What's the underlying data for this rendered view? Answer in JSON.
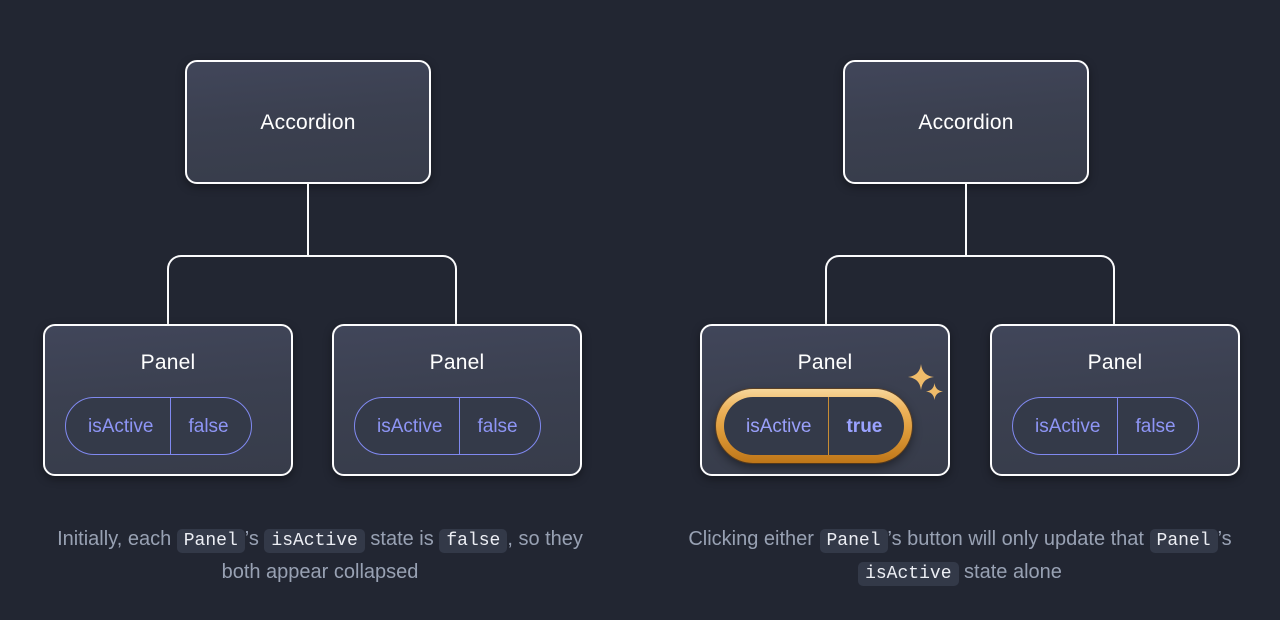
{
  "background_color": "#222632",
  "accent_colors": {
    "node_border": "#fdfdfe",
    "node_fill": "#3b4050",
    "pill_indigo": "#8089f0",
    "pill_text": "#8e95f5",
    "highlight_gold_light": "#f7d79b",
    "highlight_gold_dark": "#bf7618",
    "caption_text": "#98a1b3",
    "code_chip_bg": "#333948"
  },
  "diagrams": [
    {
      "id": "initial-state",
      "root": {
        "label": "Accordion"
      },
      "children": [
        {
          "label": "Panel",
          "state": {
            "key": "isActive",
            "value": "false"
          },
          "highlighted": false
        },
        {
          "label": "Panel",
          "state": {
            "key": "isActive",
            "value": "false"
          },
          "highlighted": false
        }
      ],
      "caption": {
        "segments": [
          {
            "type": "text",
            "text": "Initially, each "
          },
          {
            "type": "code",
            "text": "Panel"
          },
          {
            "type": "text",
            "text": "’s "
          },
          {
            "type": "code",
            "text": "isActive"
          },
          {
            "type": "text",
            "text": " state is "
          },
          {
            "type": "code",
            "text": "false"
          },
          {
            "type": "text",
            "text": ", so they both appear collapsed"
          }
        ]
      }
    },
    {
      "id": "clicked-state",
      "root": {
        "label": "Accordion"
      },
      "children": [
        {
          "label": "Panel",
          "state": {
            "key": "isActive",
            "value": "true"
          },
          "highlighted": true,
          "sparkle_icon": "sparkles-icon"
        },
        {
          "label": "Panel",
          "state": {
            "key": "isActive",
            "value": "false"
          },
          "highlighted": false
        }
      ],
      "caption": {
        "segments": [
          {
            "type": "text",
            "text": "Clicking either "
          },
          {
            "type": "code",
            "text": "Panel"
          },
          {
            "type": "text",
            "text": "’s button will only update that "
          },
          {
            "type": "code",
            "text": "Panel"
          },
          {
            "type": "text",
            "text": "’s "
          },
          {
            "type": "code",
            "text": "isActive"
          },
          {
            "type": "text",
            "text": " state alone"
          }
        ]
      }
    }
  ]
}
